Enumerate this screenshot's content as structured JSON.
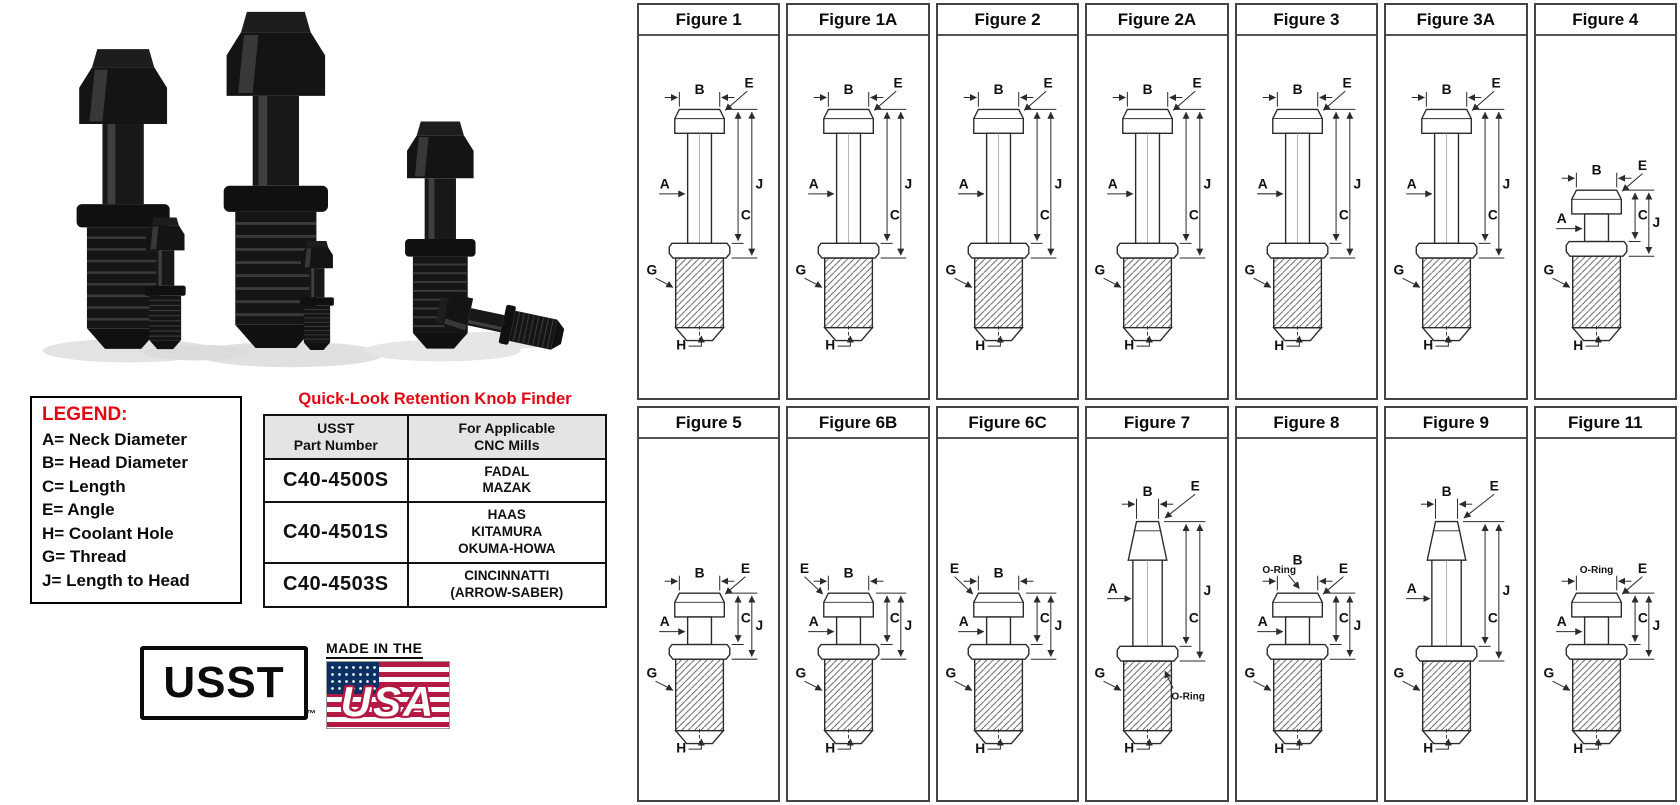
{
  "colors": {
    "accent_red": "#e30613",
    "flag_blue": "#0a3161",
    "flag_red": "#b31942"
  },
  "legend": {
    "title": "LEGEND:",
    "items": [
      "A= Neck Diameter",
      "B= Head Diameter",
      "C= Length",
      "E= Angle",
      "H= Coolant Hole",
      "G= Thread",
      "J= Length to Head"
    ]
  },
  "finder": {
    "title": "Quick-Look Retention Knob Finder",
    "columns": [
      {
        "lines": [
          "USST",
          "Part Number"
        ]
      },
      {
        "lines": [
          "For Applicable",
          "CNC Mills"
        ]
      }
    ],
    "rows": [
      {
        "part": "C40-4500S",
        "mills": [
          "FADAL",
          "MAZAK"
        ]
      },
      {
        "part": "C40-4501S",
        "mills": [
          "HAAS",
          "KITAMURA",
          "OKUMA-HOWA"
        ]
      },
      {
        "part": "C40-4503S",
        "mills": [
          "CINCINNATTI",
          "(ARROW-SABER)"
        ]
      }
    ]
  },
  "branding": {
    "usst_label": "USST",
    "trademark": "™",
    "made_in_the": "MADE IN THE",
    "usa": "USA"
  },
  "figures": [
    {
      "title": "Figure 1",
      "labels": {
        "B": "B",
        "E": "E",
        "A": "A",
        "J": "J",
        "C": "C",
        "G": "G",
        "H": "H"
      }
    },
    {
      "title": "Figure 1A",
      "labels": {
        "B": "B",
        "E": "E",
        "A": "A",
        "J": "J",
        "C": "C",
        "G": "G",
        "H": "H"
      }
    },
    {
      "title": "Figure 2",
      "labels": {
        "B": "B",
        "E": "E",
        "A": "A",
        "J": "J",
        "C": "C",
        "G": "G",
        "H": "H"
      }
    },
    {
      "title": "Figure 2A",
      "labels": {
        "B": "B",
        "E": "E",
        "A": "A",
        "J": "J",
        "C": "C",
        "G": "G",
        "H": "H"
      }
    },
    {
      "title": "Figure 3",
      "labels": {
        "B": "B",
        "E": "E",
        "A": "A",
        "J": "J",
        "C": "C",
        "G": "G",
        "H": "H"
      }
    },
    {
      "title": "Figure 3A",
      "labels": {
        "B": "B",
        "E": "E",
        "A": "A",
        "J": "J",
        "C": "C",
        "G": "G",
        "H": "H"
      }
    },
    {
      "title": "Figure 4",
      "labels": {
        "B": "B",
        "E": "E",
        "A": "A",
        "J": "J",
        "C": "C",
        "G": "G",
        "H": "H"
      }
    },
    {
      "title": "Figure 5",
      "labels": {
        "B": "B",
        "E": "E",
        "A": "A",
        "J": "J",
        "C": "C",
        "G": "G",
        "H": "H"
      }
    },
    {
      "title": "Figure 6B",
      "labels": {
        "B": "B",
        "E": "E",
        "A": "A",
        "J": "J",
        "C": "C",
        "G": "G",
        "H": "H"
      }
    },
    {
      "title": "Figure 6C",
      "labels": {
        "B": "B",
        "E": "E",
        "A": "A",
        "J": "J",
        "C": "C",
        "G": "G",
        "H": "H"
      }
    },
    {
      "title": "Figure 7",
      "labels": {
        "B": "B",
        "E": "E",
        "A": "A",
        "J": "J",
        "C": "C",
        "G": "G",
        "H": "H",
        "ORING": "O-Ring"
      }
    },
    {
      "title": "Figure 8",
      "labels": {
        "B": "B",
        "E": "E",
        "A": "A",
        "J": "J",
        "C": "C",
        "G": "G",
        "H": "H",
        "ORING": "O-Ring"
      }
    },
    {
      "title": "Figure 9",
      "labels": {
        "B": "B",
        "E": "E",
        "A": "A",
        "J": "J",
        "C": "C",
        "G": "G",
        "H": "H"
      }
    },
    {
      "title": "Figure 11",
      "labels": {
        "E": "E",
        "A": "A",
        "J": "J",
        "C": "C",
        "G": "G",
        "H": "H",
        "ORING": "O-Ring"
      }
    }
  ]
}
